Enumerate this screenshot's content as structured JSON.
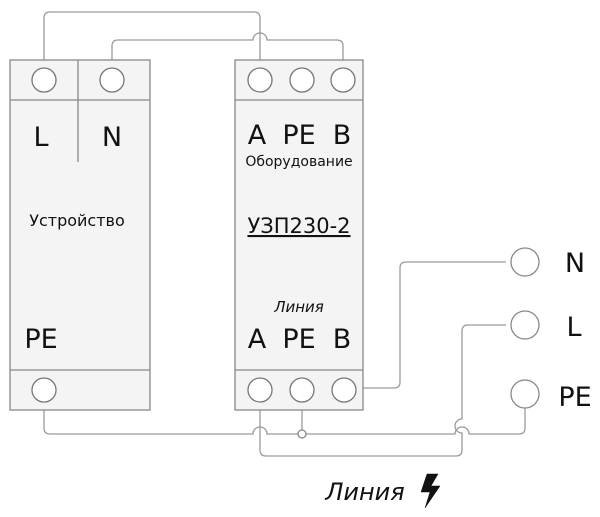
{
  "device": {
    "terminal_l": "L",
    "terminal_n": "N",
    "name": "Устройство",
    "terminal_pe": "PE"
  },
  "uzp": {
    "top_a": "A",
    "top_pe": "PE",
    "top_b": "B",
    "top_caption": "Оборудование",
    "model": "УЗП230-2",
    "bottom_caption": "Линия",
    "bottom_a": "A",
    "bottom_pe": "PE",
    "bottom_b": "B"
  },
  "line_terminals": {
    "n": "N",
    "l": "L",
    "pe": "PE"
  },
  "footer": {
    "label": "Линия"
  },
  "icons": [
    "lightning-icon"
  ]
}
